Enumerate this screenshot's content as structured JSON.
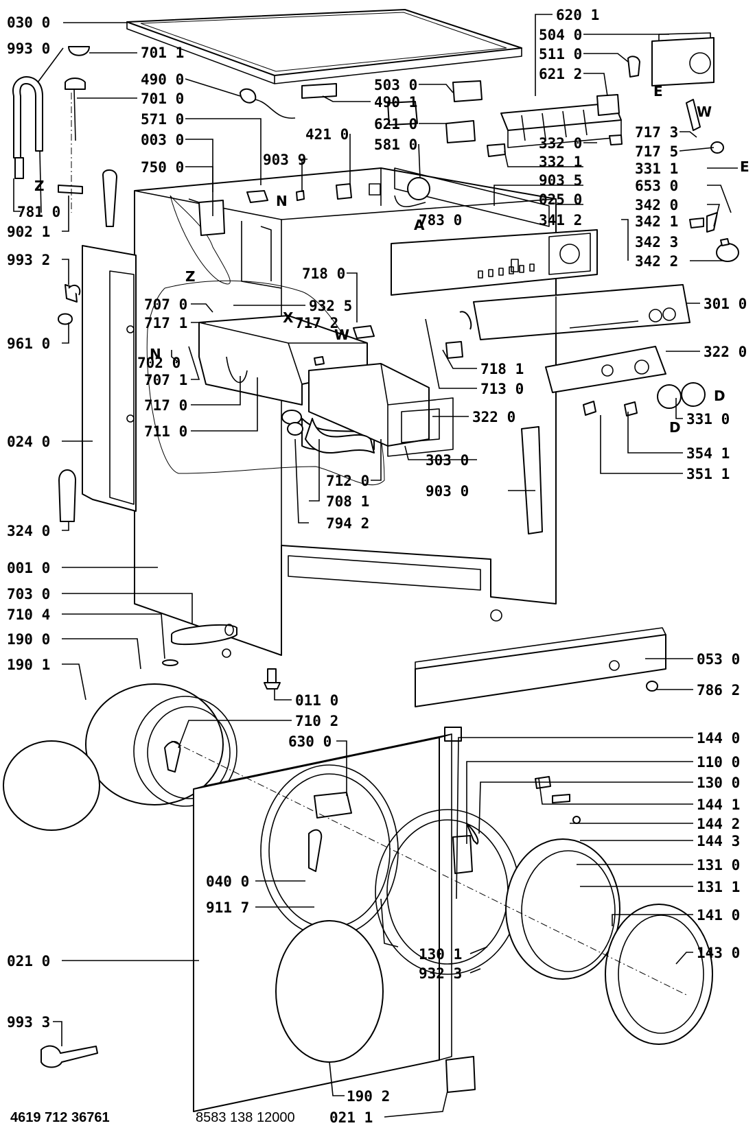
{
  "labels": [
    {
      "id": "030-0",
      "text": "030 0"
    },
    {
      "id": "993-0",
      "text": "993 0"
    },
    {
      "id": "701-1",
      "text": "701 1"
    },
    {
      "id": "490-0",
      "text": "490 0"
    },
    {
      "id": "701-0",
      "text": "701 0"
    },
    {
      "id": "571-0",
      "text": "571 0"
    },
    {
      "id": "003-0",
      "text": "003 0"
    },
    {
      "id": "750-0",
      "text": "750 0"
    },
    {
      "id": "781-0",
      "text": "781 0"
    },
    {
      "id": "902-1",
      "text": "902 1"
    },
    {
      "id": "993-2",
      "text": "993 2"
    },
    {
      "id": "961-0",
      "text": "961 0"
    },
    {
      "id": "707-0",
      "text": "707 0"
    },
    {
      "id": "717-1",
      "text": "717 1"
    },
    {
      "id": "702-0",
      "text": "702 0"
    },
    {
      "id": "707-1",
      "text": "707 1"
    },
    {
      "id": "717-0",
      "text": "717 0"
    },
    {
      "id": "711-0",
      "text": "711 0"
    },
    {
      "id": "024-0",
      "text": "024 0"
    },
    {
      "id": "324-0",
      "text": "324 0"
    },
    {
      "id": "001-0",
      "text": "001 0"
    },
    {
      "id": "703-0",
      "text": "703 0"
    },
    {
      "id": "710-4",
      "text": "710 4"
    },
    {
      "id": "190-0",
      "text": "190 0"
    },
    {
      "id": "190-1",
      "text": "190 1"
    },
    {
      "id": "040-0",
      "text": "040 0"
    },
    {
      "id": "911-7",
      "text": "911 7"
    },
    {
      "id": "021-0",
      "text": "021 0"
    },
    {
      "id": "993-3",
      "text": "993 3"
    },
    {
      "id": "620-1",
      "text": "620 1"
    },
    {
      "id": "504-0",
      "text": "504 0"
    },
    {
      "id": "511-0",
      "text": "511 0"
    },
    {
      "id": "621-2",
      "text": "621 2"
    },
    {
      "id": "503-0",
      "text": "503 0"
    },
    {
      "id": "490-1",
      "text": "490 1"
    },
    {
      "id": "621-0",
      "text": "621 0"
    },
    {
      "id": "421-0",
      "text": "421 0"
    },
    {
      "id": "581-0",
      "text": "581 0"
    },
    {
      "id": "903-9",
      "text": "903 9"
    },
    {
      "id": "332-0",
      "text": "332 0"
    },
    {
      "id": "332-1",
      "text": "332 1"
    },
    {
      "id": "903-5",
      "text": "903 5"
    },
    {
      "id": "025-0",
      "text": "025 0"
    },
    {
      "id": "783-0",
      "text": "783 0"
    },
    {
      "id": "341-2",
      "text": "341 2"
    },
    {
      "id": "717-3",
      "text": "717 3"
    },
    {
      "id": "717-5",
      "text": "717 5"
    },
    {
      "id": "331-1",
      "text": "331 1"
    },
    {
      "id": "653-0",
      "text": "653 0"
    },
    {
      "id": "342-0",
      "text": "342 0"
    },
    {
      "id": "342-1",
      "text": "342 1"
    },
    {
      "id": "342-3",
      "text": "342 3"
    },
    {
      "id": "342-2",
      "text": "342 2"
    },
    {
      "id": "932-5",
      "text": "932 5"
    },
    {
      "id": "717-2",
      "text": "717 2"
    },
    {
      "id": "718-0",
      "text": "718 0"
    },
    {
      "id": "301-0",
      "text": "301 0"
    },
    {
      "id": "322-0a",
      "text": "322 0"
    },
    {
      "id": "718-1",
      "text": "718 1"
    },
    {
      "id": "713-0",
      "text": "713 0"
    },
    {
      "id": "322-0b",
      "text": "322 0"
    },
    {
      "id": "331-0",
      "text": "331 0"
    },
    {
      "id": "303-0",
      "text": "303 0"
    },
    {
      "id": "354-1",
      "text": "354 1"
    },
    {
      "id": "351-1",
      "text": "351 1"
    },
    {
      "id": "712-0",
      "text": "712 0"
    },
    {
      "id": "708-1",
      "text": "708 1"
    },
    {
      "id": "794-2",
      "text": "794 2"
    },
    {
      "id": "903-0",
      "text": "903 0"
    },
    {
      "id": "053-0",
      "text": "053 0"
    },
    {
      "id": "786-2",
      "text": "786 2"
    },
    {
      "id": "011-0",
      "text": "011 0"
    },
    {
      "id": "710-2",
      "text": "710 2"
    },
    {
      "id": "630-0",
      "text": "630 0"
    },
    {
      "id": "144-0",
      "text": "144 0"
    },
    {
      "id": "110-0",
      "text": "110 0"
    },
    {
      "id": "130-0",
      "text": "130 0"
    },
    {
      "id": "144-1",
      "text": "144 1"
    },
    {
      "id": "144-2",
      "text": "144 2"
    },
    {
      "id": "144-3",
      "text": "144 3"
    },
    {
      "id": "131-0",
      "text": "131 0"
    },
    {
      "id": "131-1",
      "text": "131 1"
    },
    {
      "id": "130-1",
      "text": "130 1"
    },
    {
      "id": "932-3",
      "text": "932 3"
    },
    {
      "id": "141-0",
      "text": "141 0"
    },
    {
      "id": "143-0",
      "text": "143 0"
    },
    {
      "id": "190-2",
      "text": "190 2"
    },
    {
      "id": "021-1",
      "text": "021 1"
    }
  ],
  "letters": {
    "w1": "W",
    "w2": "W",
    "e1": "E",
    "e2": "E",
    "z1": "Z",
    "z2": "Z",
    "n1": "N",
    "n2": "N",
    "a1": "A",
    "x1": "X",
    "d1": "D",
    "d2": "D"
  },
  "footer": {
    "left": "4619 712 36761",
    "right": "8583 138 12000"
  }
}
